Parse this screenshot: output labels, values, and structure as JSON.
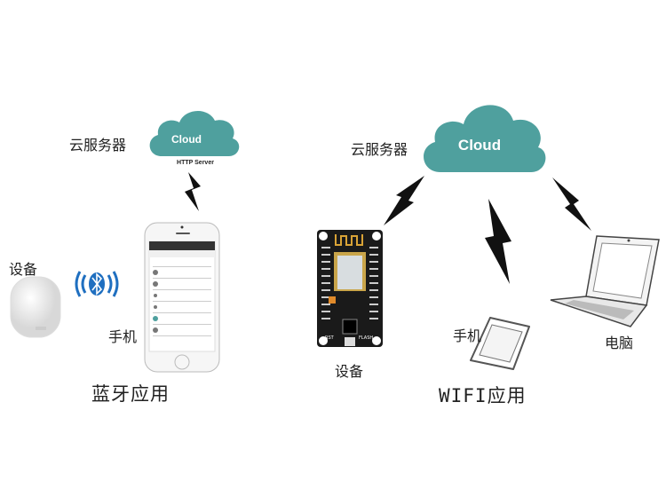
{
  "colors": {
    "cloud": "#4fa09e",
    "bolt": "#111111",
    "bluetooth": "#1f6fc0",
    "board": "#1a1a1a"
  },
  "left": {
    "cloud_label": "云服务器",
    "cloud_text": "Cloud",
    "cloud_caption": "HTTP Server",
    "device_label": "设备",
    "phone_label": "手机",
    "title": "蓝牙应用"
  },
  "right": {
    "cloud_label": "云服务器",
    "cloud_text": "Cloud",
    "device_label": "设备",
    "phone_label": "手机",
    "laptop_label": "电脑",
    "title": "WIFI应用",
    "board_rst": "RST",
    "board_flash": "FLASH"
  }
}
